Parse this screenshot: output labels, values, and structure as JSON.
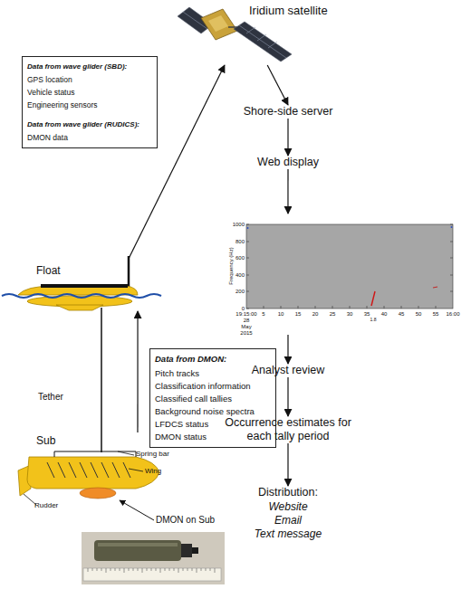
{
  "diagram": {
    "nodes": [
      {
        "text": [
          "Iridium satellite"
        ]
      },
      {
        "text": [
          "Data from wave glider (SBD):",
          "GPS location",
          "Vehicle status",
          "Engineering sensors",
          "Data from wave glider (RUDICS):",
          "DMON data"
        ]
      },
      {
        "text": [
          "Shore-side server"
        ]
      },
      {
        "text": [
          "Web display"
        ]
      },
      {
        "text": [
          "Frequency (Hz)"
        ]
      },
      {
        "text": [
          "Float"
        ]
      },
      {
        "text": [
          "Data from DMON:",
          "Pitch tracks",
          "Classification information",
          "Classified call tallies",
          "Background noise spectra",
          "LFDCS status",
          "DMON status"
        ]
      },
      {
        "text": [
          "Analyst review"
        ]
      },
      {
        "text": [
          "Occurrence estimates for each tally period"
        ]
      },
      {
        "text": [
          "Sub"
        ]
      },
      {
        "text": [
          "Distribution:",
          "Website",
          "Email",
          "Text message"
        ]
      }
    ],
    "edges": [
      {
        "from": 5,
        "to": 0,
        "arrow": "to"
      },
      {
        "from": 0,
        "to": 2,
        "arrow": "to"
      },
      {
        "from": 2,
        "to": 3,
        "arrow": "to"
      },
      {
        "from": 3,
        "to": 4,
        "arrow": "to"
      },
      {
        "from": 4,
        "to": 7,
        "arrow": "to"
      },
      {
        "from": 7,
        "to": 8,
        "arrow": "to"
      },
      {
        "from": 8,
        "to": 10,
        "arrow": "to"
      },
      {
        "from": 9,
        "to": 5,
        "arrow": "to"
      }
    ],
    "labels": [
      "Tether",
      "Spring bar",
      "Wing",
      "Rudder",
      "DMON on Sub",
      "1000",
      "800",
      "600",
      "400",
      "200",
      "0",
      "19:15:00",
      "5",
      "10",
      "15",
      "20",
      "25",
      "30",
      "35",
      "40",
      "45",
      "50",
      "55",
      "16:00",
      "28",
      "May",
      "2015",
      "1.8"
    ]
  }
}
